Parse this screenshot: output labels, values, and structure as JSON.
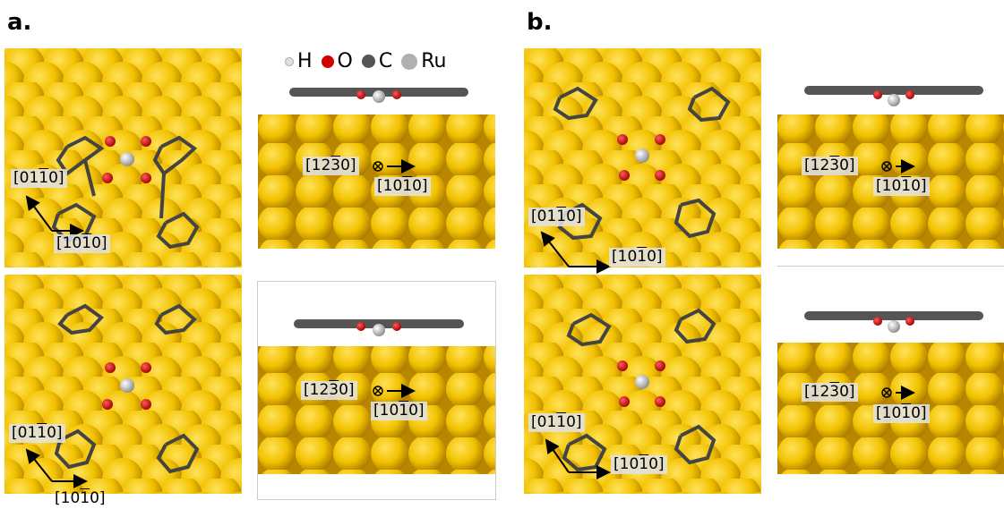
{
  "panels": {
    "a": "a.",
    "b": "b."
  },
  "legend": [
    {
      "symbol": "H",
      "color": "#e8e8e8"
    },
    {
      "symbol": "O",
      "color": "#d40000"
    },
    {
      "symbol": "C",
      "color": "#555555"
    },
    {
      "symbol": "Ru",
      "color": "#b0b0b0"
    }
  ],
  "directions": {
    "d0110": {
      "pre": "[01",
      "bar": "1",
      "post": "0]"
    },
    "d1010": {
      "pre": "[10",
      "bar": "1",
      "post": "0]"
    },
    "d1230": {
      "pre": "[12",
      "bar": "3",
      "post": "0]"
    }
  },
  "colors": {
    "surface": "#f2c200",
    "surface_dark": "#c78f00",
    "carbon": "#555555",
    "oxygen": "#d40000"
  }
}
